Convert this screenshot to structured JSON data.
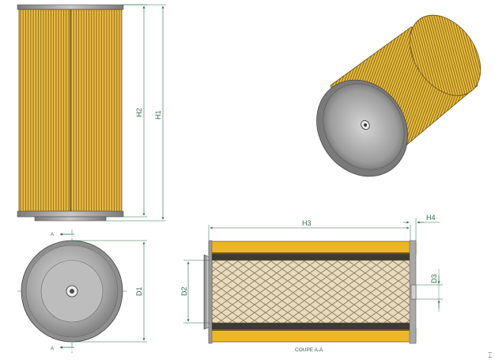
{
  "labels": {
    "H1": "H1",
    "H2": "H2",
    "H3": "H3",
    "H4": "H4",
    "D1": "D1",
    "D2": "D2",
    "D3": "D3",
    "section_mark": "A",
    "section_caption": "COUPE A-A"
  },
  "colors": {
    "pleat_yellow": "#e8b83a",
    "pleat_dark": "#8a6a14",
    "cap_gray": "#8c8c8c",
    "dimension_green": "#2d6b47",
    "mesh": "#b09a6a"
  }
}
